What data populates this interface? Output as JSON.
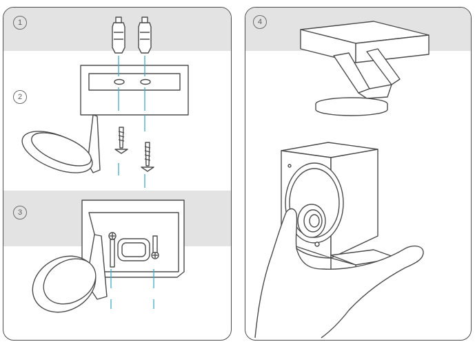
{
  "steps": [
    {
      "number": "1"
    },
    {
      "number": "2"
    },
    {
      "number": "3"
    },
    {
      "number": "4"
    }
  ],
  "colors": {
    "line": "#4a4a4a",
    "band": "#e3e3e3",
    "accent_guide": "#3fa9c9"
  }
}
